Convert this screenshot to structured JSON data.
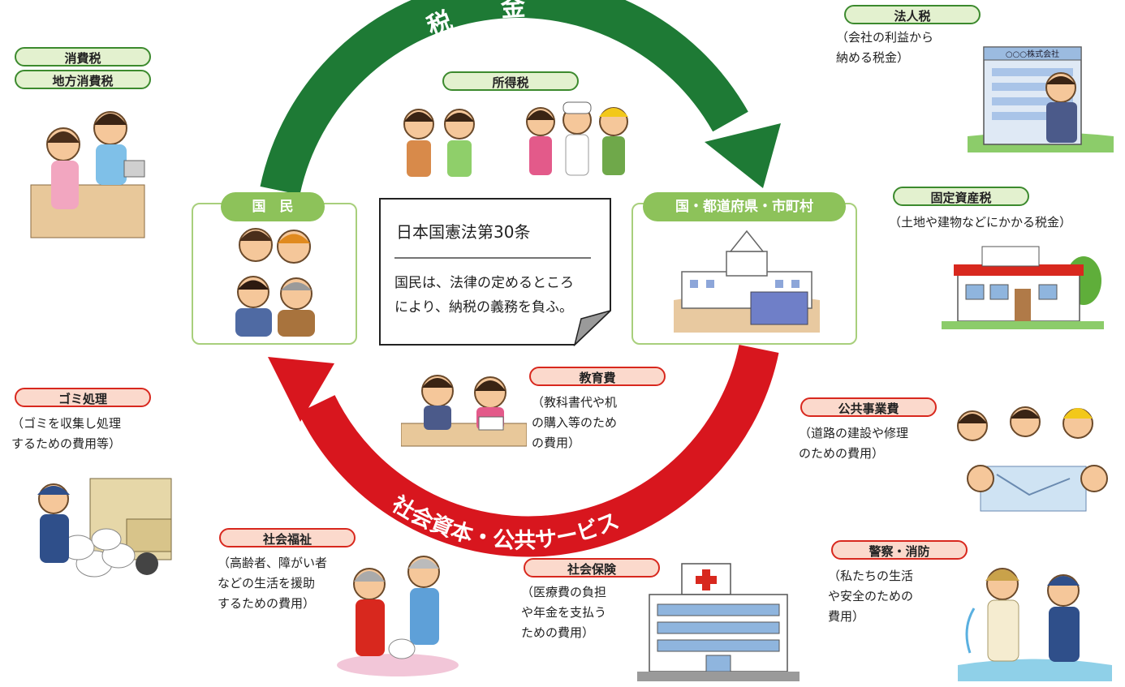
{
  "arrows": {
    "top_label": "税　　金",
    "bottom_label": "社会資本・公共サービス",
    "top_color": "#1e7a35",
    "bottom_color": "#d8161e"
  },
  "people": {
    "label": "国　民"
  },
  "government": {
    "label": "国・都道府県・市町村"
  },
  "constitution": {
    "title": "日本国憲法第30条",
    "text": "国民は、法律の定めるところ\nにより、納税の義務を負ふ。"
  },
  "taxes": {
    "consumption": {
      "label1": "消費税",
      "label2": "地方消費税"
    },
    "income": {
      "label": "所得税"
    },
    "corporate": {
      "label": "法人税",
      "desc": "（会社の利益から\n納める税金）",
      "sign": "○○○株式会社"
    },
    "property": {
      "label": "固定資産税",
      "desc": "（土地や建物などにかかる税金）"
    }
  },
  "services": {
    "garbage": {
      "label": "ゴミ処理",
      "desc": "（ゴミを収集し処理\nするための費用等）"
    },
    "education": {
      "label": "教育費",
      "desc": "（教科書代や机\nの購入等のため\nの費用）"
    },
    "public_works": {
      "label": "公共事業費",
      "desc": "（道路の建設や修理\nのための費用）"
    },
    "welfare": {
      "label": "社会福祉",
      "desc": "（高齢者、障がい者\nなどの生活を援助\nするための費用）"
    },
    "insurance": {
      "label": "社会保険",
      "desc": "（医療費の負担\nや年金を支払う\nための費用）"
    },
    "police_fire": {
      "label": "警察・消防",
      "desc": "（私たちの生活\nや安全のための\n費用）"
    }
  },
  "colors": {
    "green_pill_border": "#3c8a2e",
    "red_pill_border": "#d8281e",
    "box_label_bg": "#8dc25a"
  }
}
